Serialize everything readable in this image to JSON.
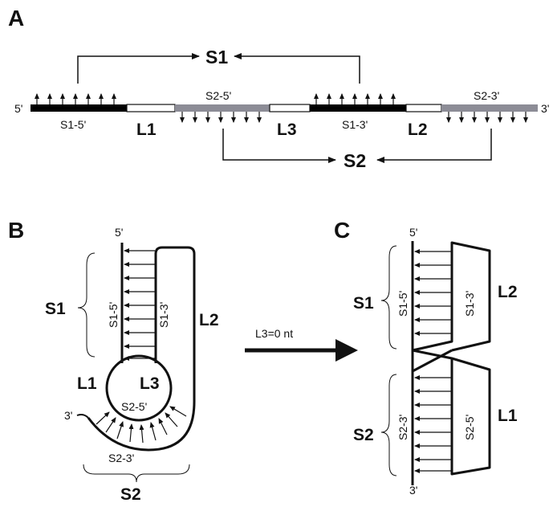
{
  "panels": {
    "a": "A",
    "b": "B",
    "c": "C"
  },
  "panel_a": {
    "end5": "5'",
    "end3": "3'",
    "s1": "S1",
    "s2": "S2",
    "s1_5": "S1-5'",
    "s1_3": "S1-3'",
    "s2_5": "S2-5'",
    "s2_3": "S2-3'",
    "l1": "L1",
    "l2": "L2",
    "l3": "L3"
  },
  "panel_b": {
    "end5": "5'",
    "end3": "3'",
    "s1": "S1",
    "s2": "S2",
    "s1_5": "S1-5'",
    "s1_3": "S1-3'",
    "s2_5": "S2-5'",
    "s2_3": "S2-3'",
    "l1": "L1",
    "l2": "L2",
    "l3": "L3"
  },
  "transition": {
    "label": "L3=0 nt"
  },
  "panel_c": {
    "end5": "5'",
    "end3": "3'",
    "s1": "S1",
    "s2": "S2",
    "s1_5": "S1-5'",
    "s1_3": "S1-3'",
    "s2_3": "S2-3'",
    "s2_5": "S2-5'",
    "l1": "L1",
    "l2": "L2"
  },
  "colors": {
    "stem": "#000000",
    "stem2": "#8c8c96",
    "loop": "#ffffff",
    "ink": "#111111"
  }
}
